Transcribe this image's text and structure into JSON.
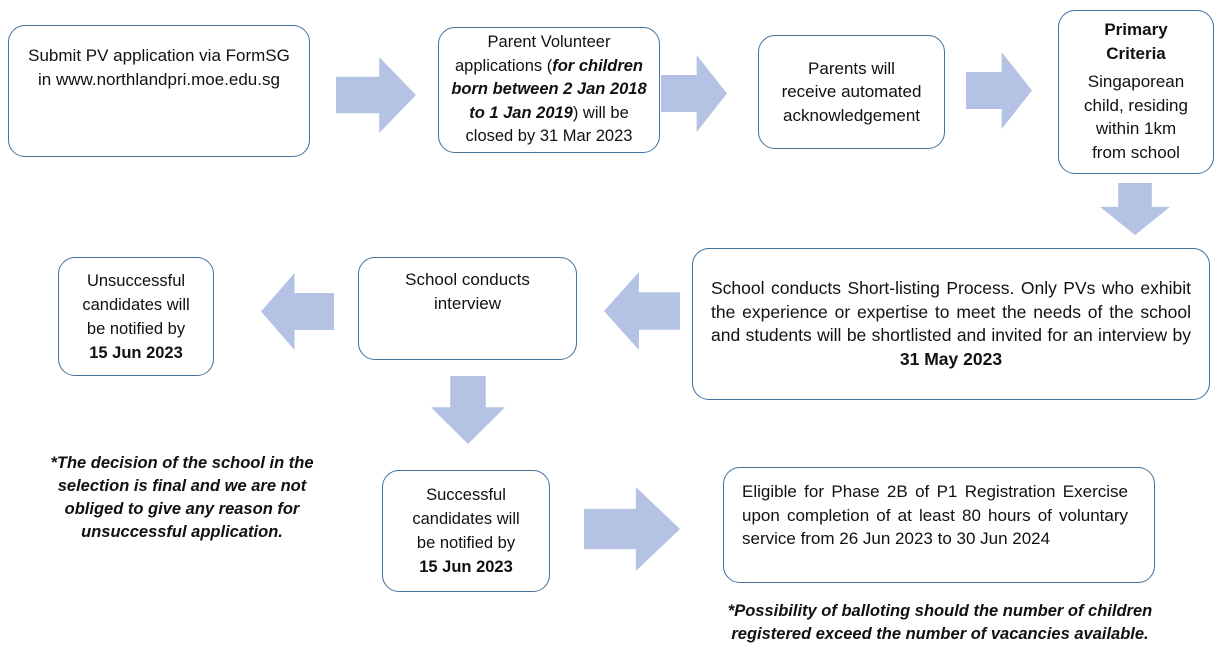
{
  "colors": {
    "box_border": "#41719c",
    "arrow_fill": "#b4c3e4",
    "text": "#111111",
    "background": "#ffffff"
  },
  "flowchart": {
    "boxes": {
      "submit": {
        "text": "Submit PV application via FormSG\nin www.northlandpri.moe.edu.sg"
      },
      "applications": {
        "segments": [
          {
            "t": "Parent Volunteer\napplications ("
          },
          {
            "t": "for children\nborn between 2 Jan 2018\nto 1 Jan 2019",
            "b": true,
            "i": true
          },
          {
            "t": ") will be\nclosed by 31 Mar 2023"
          }
        ]
      },
      "acknowledgement": {
        "text": "Parents will\nreceive automated\nacknowledgement"
      },
      "primary_criteria": {
        "title": "Primary\nCriteria",
        "body": "Singaporean\nchild, residing\nwithin 1km\nfrom school"
      },
      "shortlisting": {
        "segments": [
          {
            "t": "School conducts Short-listing Process. Only PVs who exhibit the experience or expertise to meet the needs of the school and students will be shortlisted and invited for an interview by "
          },
          {
            "t": "31 May 2023",
            "b": true
          }
        ]
      },
      "interview": {
        "text": "School conducts\ninterview"
      },
      "unsuccessful": {
        "segments": [
          {
            "t": "Unsuccessful\ncandidates will\nbe notified by\n"
          },
          {
            "t": "15 Jun 2023",
            "b": true
          }
        ]
      },
      "successful": {
        "segments": [
          {
            "t": "Successful\ncandidates will\nbe notified by\n"
          },
          {
            "t": "15 Jun 2023",
            "b": true
          }
        ]
      },
      "eligible": {
        "text": "Eligible for Phase 2B of P1 Registration Exercise upon completion of at least 80 hours of voluntary service from 26 Jun 2023 to 30 Jun 2024"
      }
    },
    "notes": {
      "decision": "*The decision of the school in the\nselection is final and we are not\nobliged to give any reason for\nunsuccessful application.",
      "balloting": "*Possibility of balloting should the number of children\nregistered exceed the number of vacancies available."
    }
  }
}
